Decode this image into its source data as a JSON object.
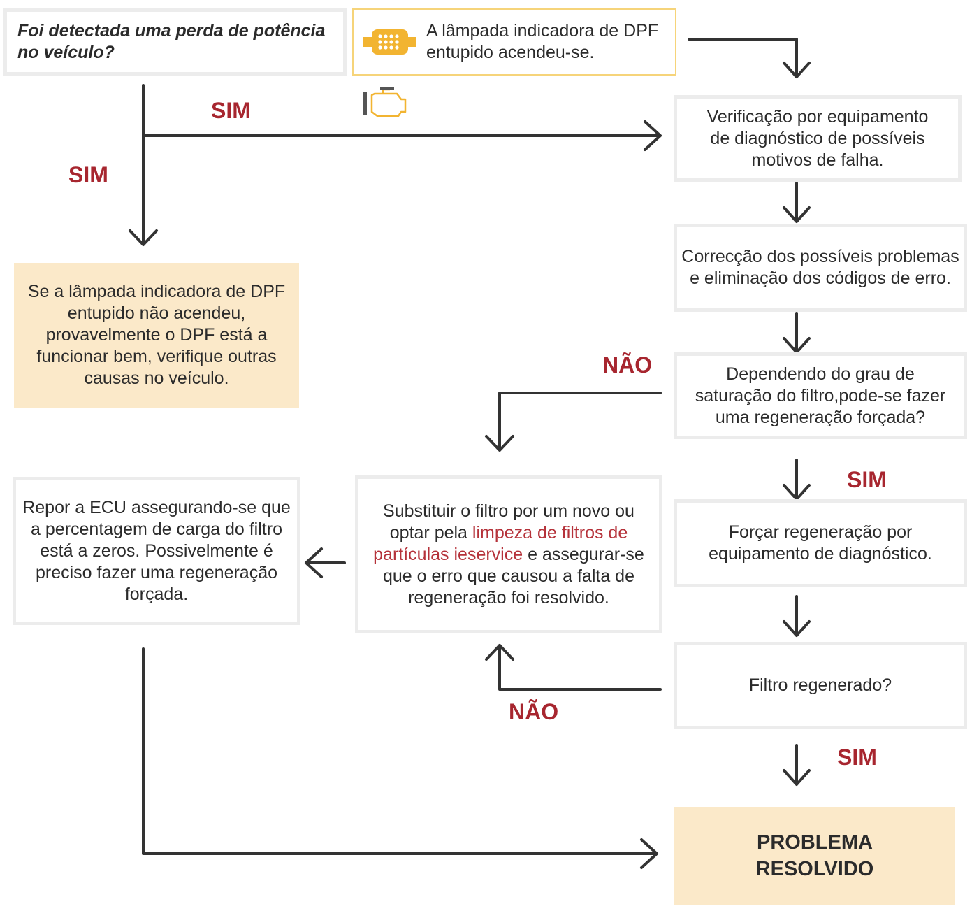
{
  "question": "Foi detectada uma perda de potência no veículo?",
  "dpf_lamp": "A lâmpada indicadora de DPF entupido acendeu-se.",
  "diag_check": "Verificação por equipamento de diagnóstico de possíveis motivos de falha.",
  "correction": "Correcção dos possíveis problemas e eliminação dos códigos de erro.",
  "lamp_off_advice": "Se a lâmpada indicadora de DPF entupido não acendeu, provavelmente o DPF está a funcionar bem, verifique outras causas no veículo.",
  "forced_regen_question": "Dependendo do grau de saturação do filtro,pode-se fazer uma regeneração forçada?",
  "replace_filter": {
    "before": "Substituir o filtro por um novo ou optar pela ",
    "link": "limpeza de filtros de partículas ieservice",
    "after": " e assegurar-se que o erro que causou a falta de regeneração foi resolvido."
  },
  "reset_ecu": "Repor a ECU assegurando-se que a percentagem de carga do filtro está a zeros. Possivelmente é preciso fazer uma regeneração forçada.",
  "force_regen": "Forçar regeneração por equipamento de diagnóstico.",
  "filter_regenerated": "Filtro regenerado?",
  "result": "PROBLEMA RESOLVIDO",
  "labels": {
    "sim_top": "SIM",
    "sim_left": "SIM",
    "nao_top": "NÃO",
    "sim_mid": "SIM",
    "nao_bottom": "NÃO",
    "sim_bottom": "SIM"
  },
  "colors": {
    "label_red": "#a7262f",
    "cream": "#fbe9c9",
    "icon_yellow": "#f2b431",
    "line": "#333333"
  },
  "icons": [
    "dpf-filter-icon",
    "engine-warning-icon"
  ]
}
